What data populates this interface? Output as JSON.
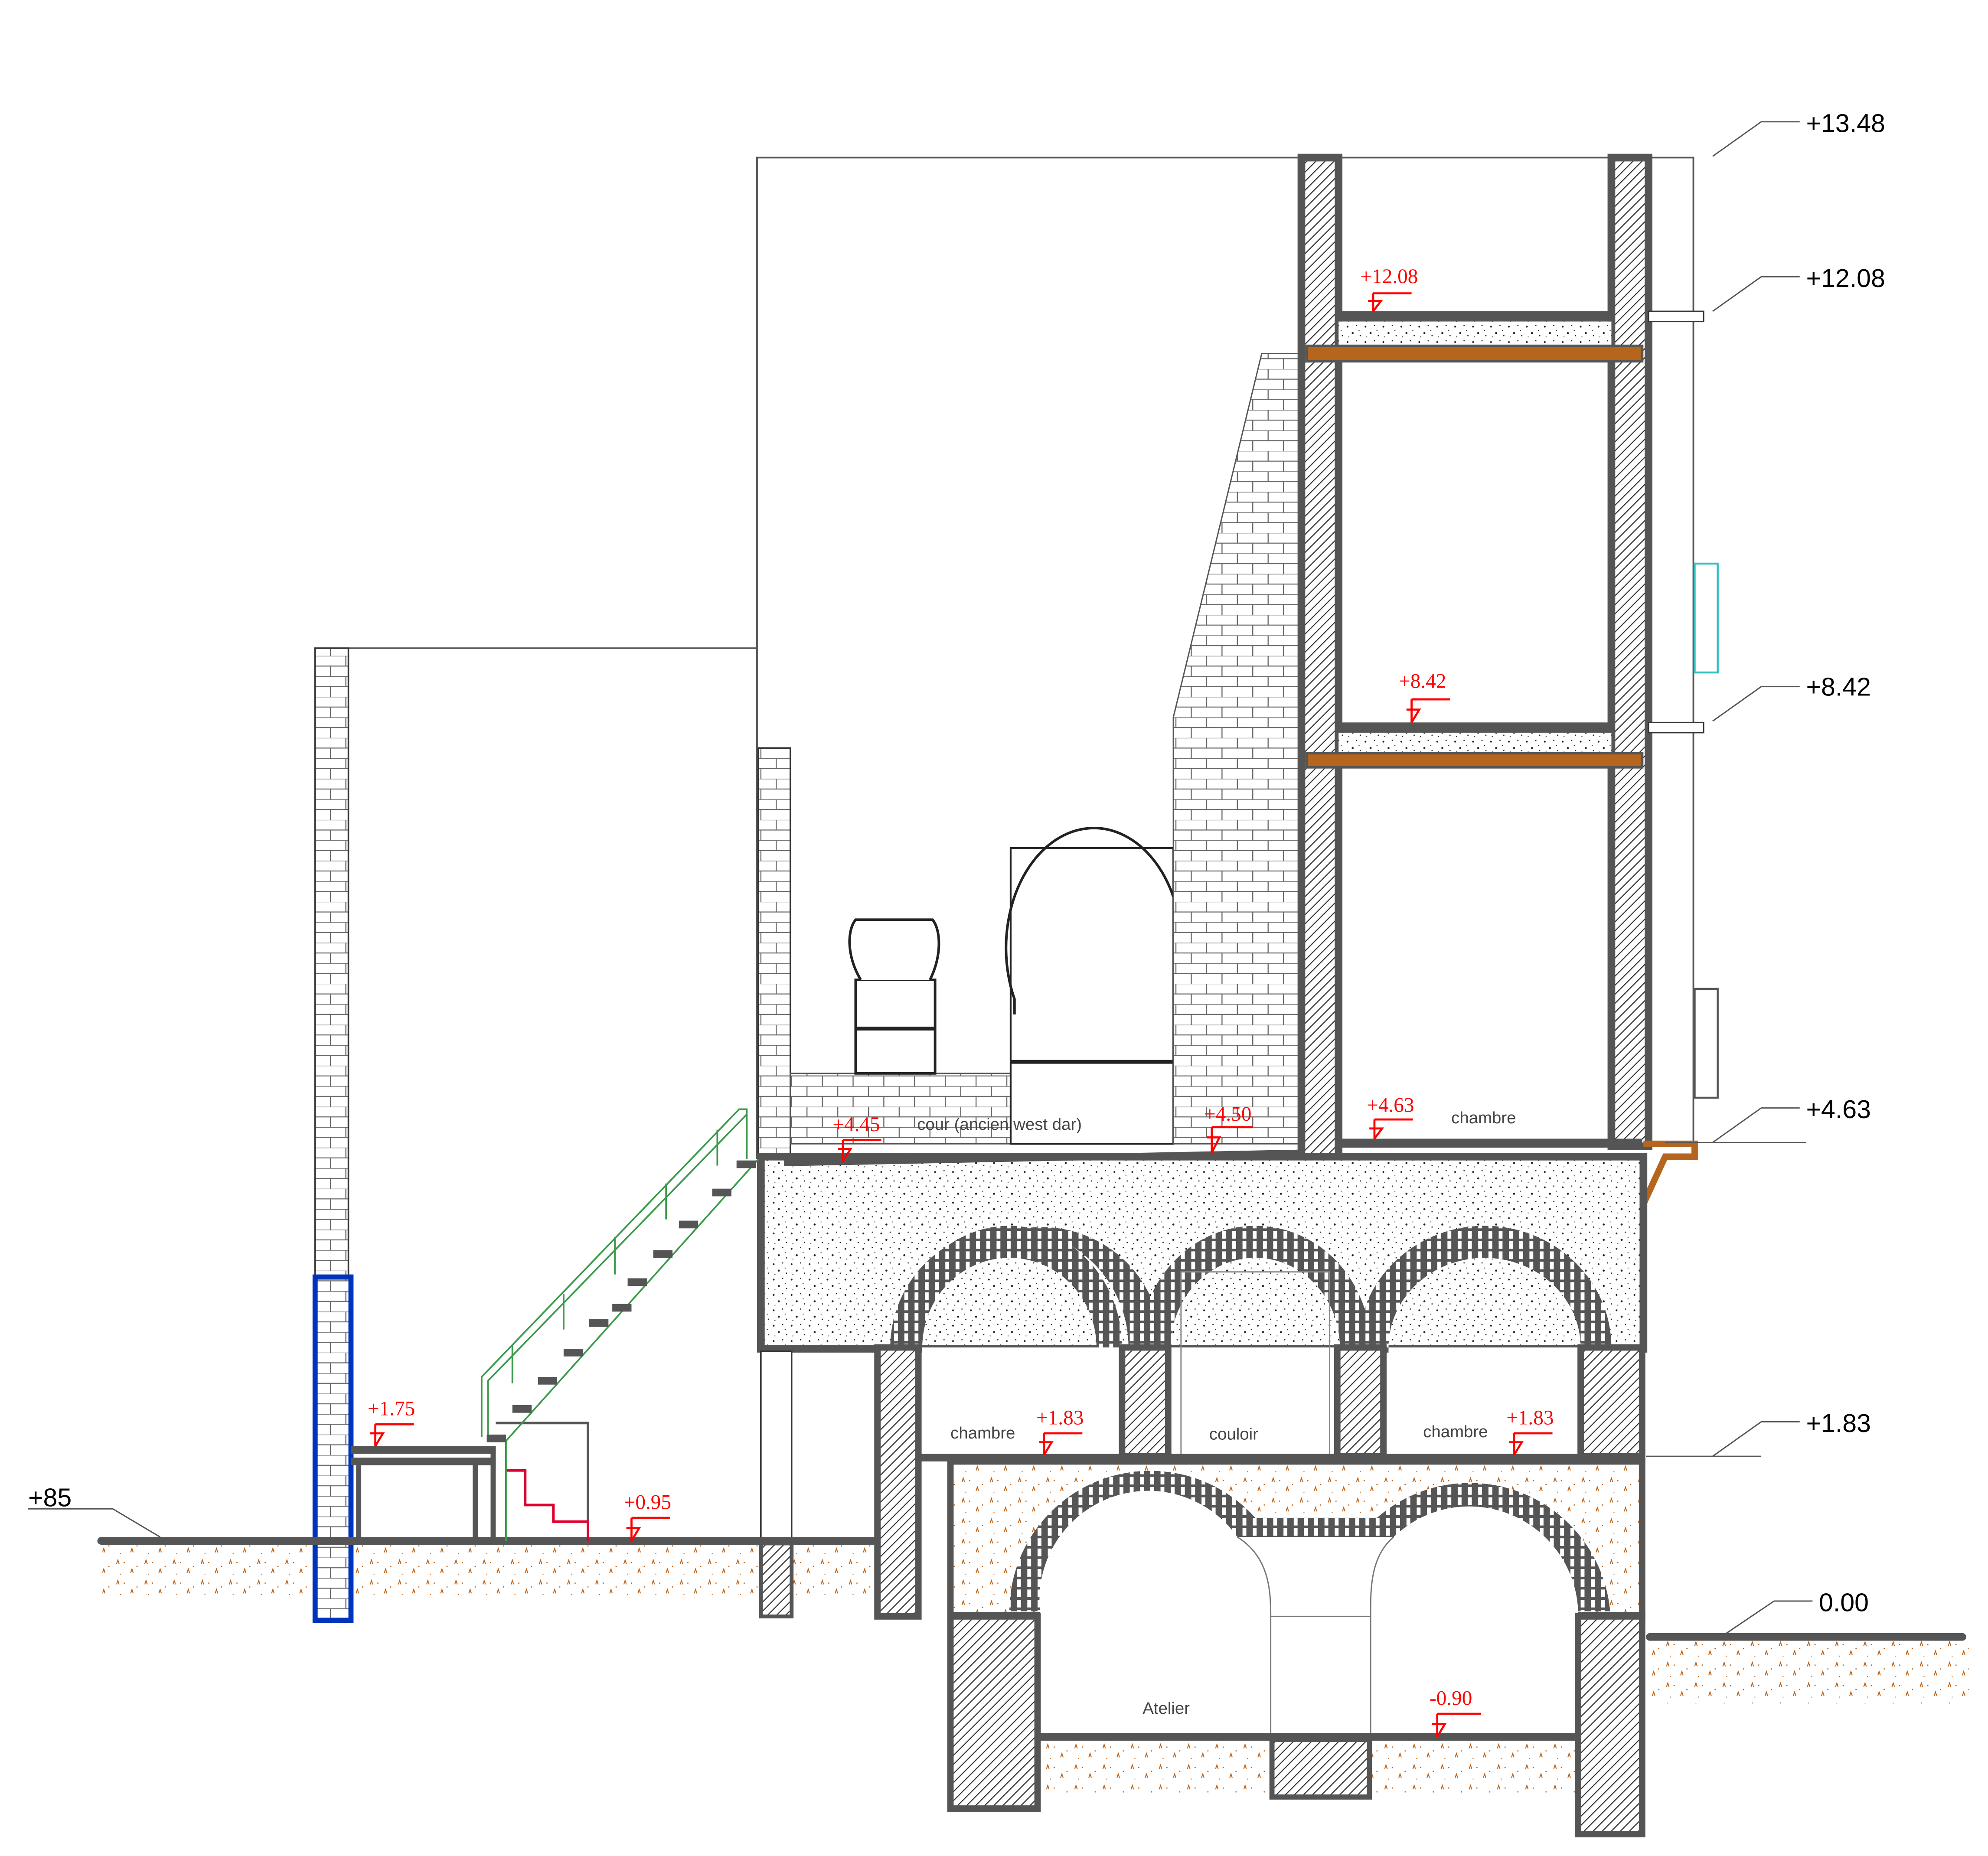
{
  "elevations": {
    "e1348": "+13.48",
    "e1208": "+12.08",
    "e842": "+8.42",
    "e463": "+4.63",
    "e183": "+1.83",
    "e000": "0.00",
    "e85": "+85"
  },
  "level_marks": {
    "m1208": "+12.08",
    "m842": "+8.42",
    "m463": "+4.63",
    "m450": "+4.50",
    "m445": "+4.45",
    "m183a": "+1.83",
    "m183b": "+1.83",
    "m175": "+1.75",
    "m095": "+0.95",
    "m090": "-0.90"
  },
  "rooms": {
    "cour": "cour (ancien west dar)",
    "chambre_top": "chambre",
    "chambre_left": "chambre",
    "couloir": "couloir",
    "chambre_right": "chambre",
    "atelier": "Atelier"
  },
  "colors": {
    "wall": "#555555",
    "level_mark": "#ff0000",
    "stair": "#3a9a4a",
    "timber": "#b5651d",
    "blue_wall": "#0033bb",
    "soil": "#c06010"
  }
}
